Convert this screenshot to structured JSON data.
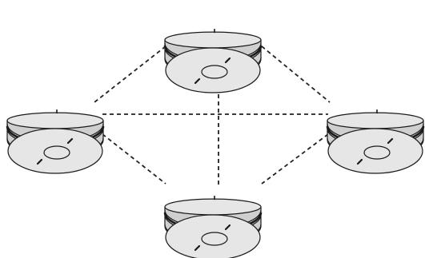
{
  "diagram": {
    "type": "interconnected smoke detector network",
    "link_style": "dashed",
    "colors": {
      "background": "#ffffff",
      "outline": "#1a1a1a",
      "detector_fill": "#e6e6e6",
      "band_fill": "#cfcfcf",
      "link": "#222222"
    },
    "nodes": [
      {
        "id": "top",
        "icon": "smoke-detector-icon"
      },
      {
        "id": "left",
        "icon": "smoke-detector-icon"
      },
      {
        "id": "right",
        "icon": "smoke-detector-icon"
      },
      {
        "id": "bottom",
        "icon": "smoke-detector-icon"
      }
    ],
    "links": [
      {
        "from": "top",
        "to": "left"
      },
      {
        "from": "top",
        "to": "right"
      },
      {
        "from": "top",
        "to": "bottom"
      },
      {
        "from": "left",
        "to": "right"
      },
      {
        "from": "left",
        "to": "bottom"
      },
      {
        "from": "right",
        "to": "bottom"
      }
    ]
  }
}
